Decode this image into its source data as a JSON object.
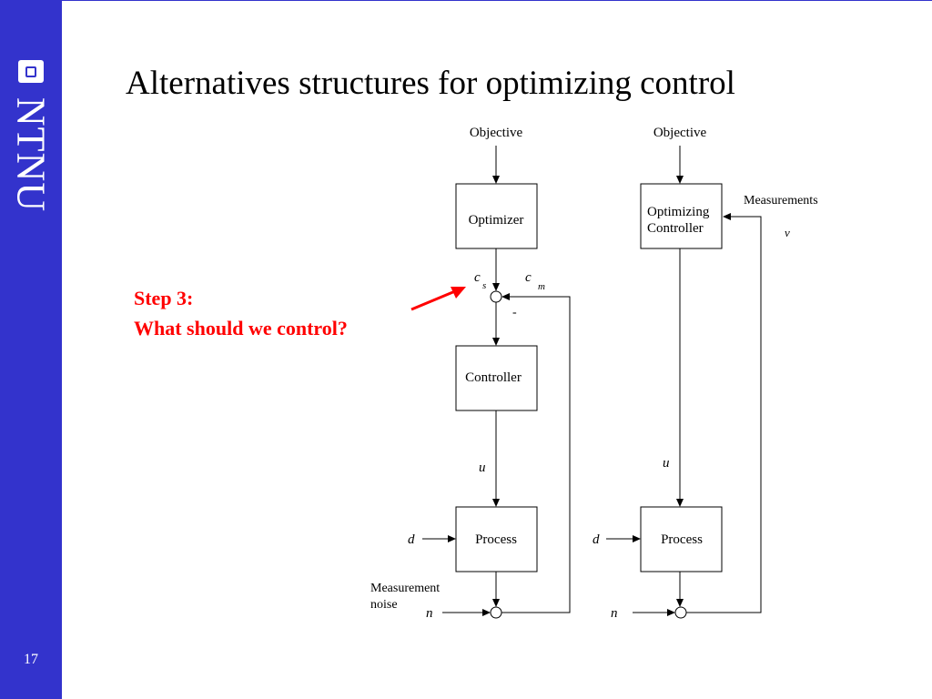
{
  "sidebar": {
    "logo": "NTNU",
    "slide_number": "17"
  },
  "title": "Alternatives structures for optimizing control",
  "callout": {
    "line1": "Step 3:",
    "line2": "What should we control?"
  },
  "diagram": {
    "left": {
      "objective": "Objective",
      "optimizer": "Optimizer",
      "cs": "c",
      "cs_sub": "s",
      "cm": "c",
      "cm_sub": "m",
      "minus": "-",
      "controller": "Controller",
      "u": "u",
      "d": "d",
      "process": "Process",
      "noise_line1": "Measurement",
      "noise_line2": "noise",
      "n": "n"
    },
    "right": {
      "objective": "Objective",
      "opt_ctrl_line1": "Optimizing",
      "opt_ctrl_line2": "Controller",
      "measurements": "Measurements",
      "v": "v",
      "u": "u",
      "d": "d",
      "process": "Process",
      "n": "n"
    }
  },
  "colors": {
    "sidebar": "#3333cc",
    "callout": "#ff0000"
  }
}
